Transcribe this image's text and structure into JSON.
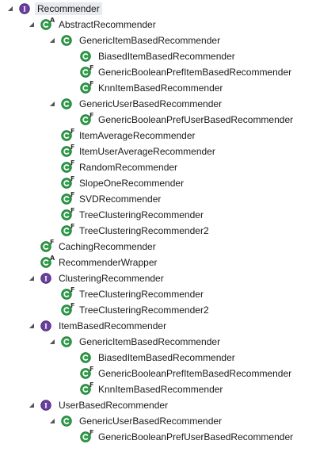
{
  "tree": {
    "nodes": [
      {
        "label": "Recommender",
        "type": "interface",
        "depth": 0,
        "expanded": true,
        "root": true
      },
      {
        "label": "AbstractRecommender",
        "type": "class",
        "mod": "A",
        "depth": 1,
        "expanded": true
      },
      {
        "label": "GenericItemBasedRecommender",
        "type": "class",
        "depth": 2,
        "expanded": true
      },
      {
        "label": "BiasedItemBasedRecommender",
        "type": "class",
        "depth": 3
      },
      {
        "label": "GenericBooleanPrefItemBasedRecommender",
        "type": "class",
        "mod": "F",
        "depth": 3
      },
      {
        "label": "KnnItemBasedRecommender",
        "type": "class",
        "mod": "F",
        "depth": 3
      },
      {
        "label": "GenericUserBasedRecommender",
        "type": "class",
        "depth": 2,
        "expanded": true
      },
      {
        "label": "GenericBooleanPrefUserBasedRecommender",
        "type": "class",
        "mod": "F",
        "depth": 3
      },
      {
        "label": "ItemAverageRecommender",
        "type": "class",
        "mod": "F",
        "depth": 2
      },
      {
        "label": "ItemUserAverageRecommender",
        "type": "class",
        "mod": "F",
        "depth": 2
      },
      {
        "label": "RandomRecommender",
        "type": "class",
        "mod": "F",
        "depth": 2
      },
      {
        "label": "SlopeOneRecommender",
        "type": "class",
        "mod": "F",
        "depth": 2
      },
      {
        "label": "SVDRecommender",
        "type": "class",
        "mod": "F",
        "depth": 2
      },
      {
        "label": "TreeClusteringRecommender",
        "type": "class",
        "mod": "F",
        "depth": 2
      },
      {
        "label": "TreeClusteringRecommender2",
        "type": "class",
        "mod": "F",
        "depth": 2
      },
      {
        "label": "CachingRecommender",
        "type": "class",
        "mod": "F",
        "depth": 1
      },
      {
        "label": "RecommenderWrapper",
        "type": "class",
        "mod": "A",
        "depth": 1
      },
      {
        "label": "ClusteringRecommender",
        "type": "interface",
        "depth": 1,
        "expanded": true
      },
      {
        "label": "TreeClusteringRecommender",
        "type": "class",
        "mod": "F",
        "depth": 2
      },
      {
        "label": "TreeClusteringRecommender2",
        "type": "class",
        "mod": "F",
        "depth": 2
      },
      {
        "label": "ItemBasedRecommender",
        "type": "interface",
        "depth": 1,
        "expanded": true
      },
      {
        "label": "GenericItemBasedRecommender",
        "type": "class",
        "depth": 2,
        "expanded": true
      },
      {
        "label": "BiasedItemBasedRecommender",
        "type": "class",
        "depth": 3
      },
      {
        "label": "GenericBooleanPrefItemBasedRecommender",
        "type": "class",
        "mod": "F",
        "depth": 3
      },
      {
        "label": "KnnItemBasedRecommender",
        "type": "class",
        "mod": "F",
        "depth": 3
      },
      {
        "label": "UserBasedRecommender",
        "type": "interface",
        "depth": 1,
        "expanded": true
      },
      {
        "label": "GenericUserBasedRecommender",
        "type": "class",
        "depth": 2,
        "expanded": true
      },
      {
        "label": "GenericBooleanPrefUserBasedRecommender",
        "type": "class",
        "mod": "F",
        "depth": 3
      }
    ]
  },
  "colors": {
    "class_icon": "#2e9e48",
    "interface_icon": "#6a3fa0",
    "root_highlight": "#e7eaee",
    "toggle": "#555555"
  },
  "icons": {
    "class": "class-icon",
    "interface": "interface-icon",
    "toggle": "expand-toggle-icon"
  }
}
